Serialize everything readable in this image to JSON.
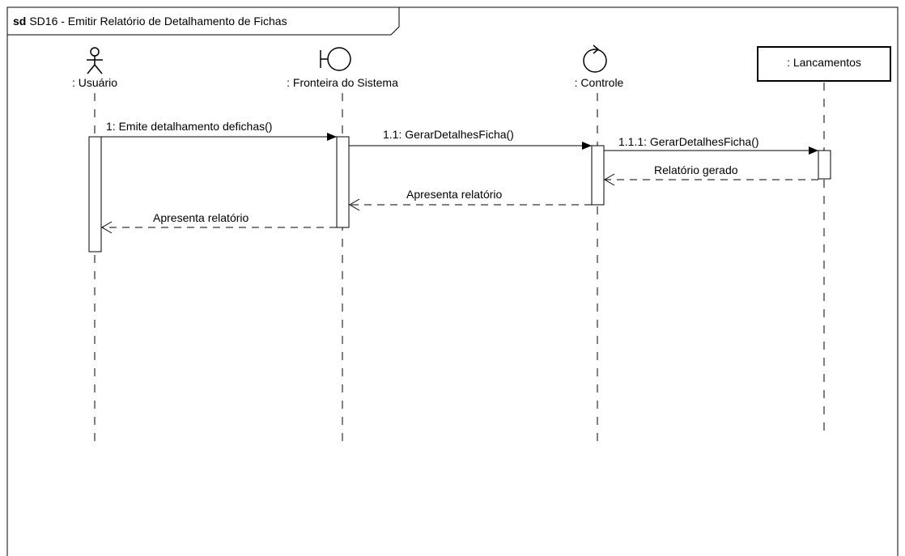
{
  "frame": {
    "keyword": "sd",
    "title": "SD16 - Emitir Relatório de Detalhamento de Fichas"
  },
  "lifelines": [
    {
      "id": "usuario",
      "label": ": Usuário",
      "icon": "actor-icon"
    },
    {
      "id": "fronteira",
      "label": ": Fronteira do Sistema",
      "icon": "boundary-icon"
    },
    {
      "id": "controle",
      "label": ": Controle",
      "icon": "control-icon"
    },
    {
      "id": "lancamentos",
      "label": ": Lancamentos",
      "icon": "object-box"
    }
  ],
  "messages": [
    {
      "id": "msg-1",
      "label": "1: Emite detalhamento defichas()",
      "kind": "sync",
      "from": "usuario",
      "to": "fronteira"
    },
    {
      "id": "msg-1-1",
      "label": "1.1: GerarDetalhesFicha()",
      "kind": "sync",
      "from": "fronteira",
      "to": "controle"
    },
    {
      "id": "msg-1-1-1",
      "label": "1.1.1: GerarDetalhesFicha()",
      "kind": "sync",
      "from": "controle",
      "to": "lancamentos"
    },
    {
      "id": "ret-relatorio-gerado",
      "label": "Relatório gerado",
      "kind": "return",
      "from": "lancamentos",
      "to": "controle"
    },
    {
      "id": "ret-apresenta-1",
      "label": "Apresenta relatório",
      "kind": "return",
      "from": "controle",
      "to": "fronteira"
    },
    {
      "id": "ret-apresenta-2",
      "label": "Apresenta relatório",
      "kind": "return",
      "from": "fronteira",
      "to": "usuario"
    }
  ]
}
